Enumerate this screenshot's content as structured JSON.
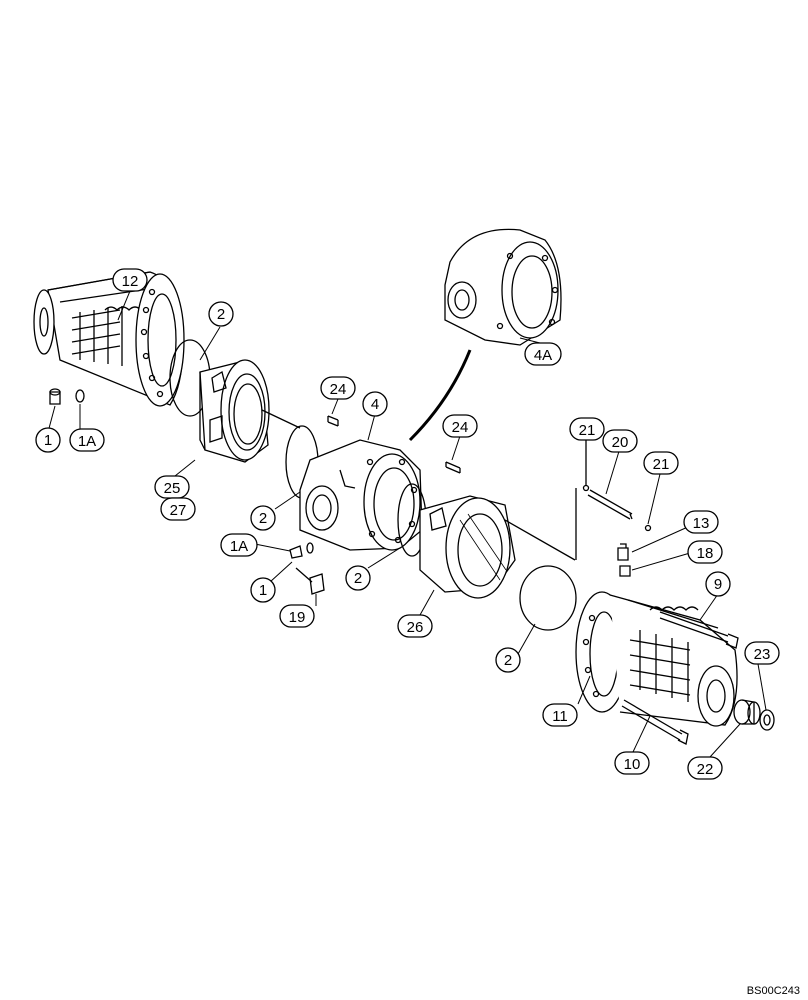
{
  "diagram": {
    "reference_code": "BS00C243",
    "callouts": [
      {
        "id": "c-12",
        "label": "12"
      },
      {
        "id": "c-2-top",
        "label": "2"
      },
      {
        "id": "c-1-left",
        "label": "1"
      },
      {
        "id": "c-1a-left",
        "label": "1A"
      },
      {
        "id": "c-25",
        "label": "25"
      },
      {
        "id": "c-27",
        "label": "27"
      },
      {
        "id": "c-24-left",
        "label": "24"
      },
      {
        "id": "c-4",
        "label": "4"
      },
      {
        "id": "c-4a",
        "label": "4A"
      },
      {
        "id": "c-24-right",
        "label": "24"
      },
      {
        "id": "c-2-mid",
        "label": "2"
      },
      {
        "id": "c-1a-mid",
        "label": "1A"
      },
      {
        "id": "c-1-mid",
        "label": "1"
      },
      {
        "id": "c-2-low",
        "label": "2"
      },
      {
        "id": "c-19",
        "label": "19"
      },
      {
        "id": "c-26",
        "label": "26"
      },
      {
        "id": "c-21-left",
        "label": "21"
      },
      {
        "id": "c-20",
        "label": "20"
      },
      {
        "id": "c-21-right",
        "label": "21"
      },
      {
        "id": "c-13",
        "label": "13"
      },
      {
        "id": "c-18",
        "label": "18"
      },
      {
        "id": "c-9",
        "label": "9"
      },
      {
        "id": "c-2-bottom",
        "label": "2"
      },
      {
        "id": "c-23",
        "label": "23"
      },
      {
        "id": "c-11",
        "label": "11"
      },
      {
        "id": "c-10",
        "label": "10"
      },
      {
        "id": "c-22",
        "label": "22"
      }
    ]
  }
}
